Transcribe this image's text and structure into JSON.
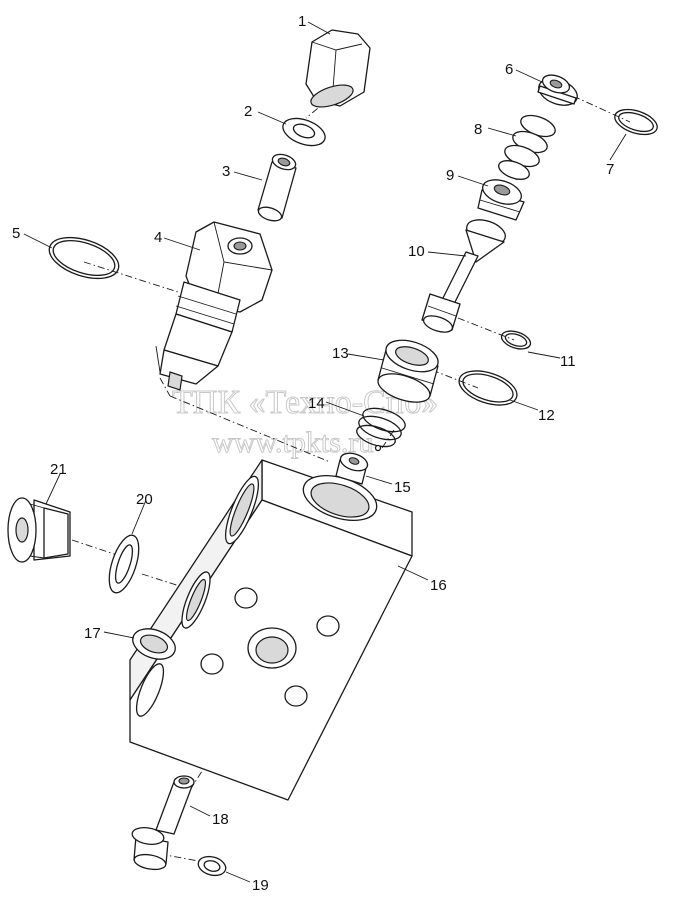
{
  "watermark": {
    "line1": "ТПК «Техно-Спб»",
    "line2": "www.tpkts.ru"
  },
  "callouts": [
    "1",
    "2",
    "3",
    "4",
    "5",
    "6",
    "7",
    "8",
    "9",
    "10",
    "11",
    "12",
    "13",
    "14",
    "15",
    "16",
    "17",
    "18",
    "19",
    "20",
    "21"
  ],
  "colors": {
    "line": "#1a1a1a",
    "shade": "#d9d9d9",
    "watermark": "#c9c9c9",
    "background": "#ffffff"
  }
}
